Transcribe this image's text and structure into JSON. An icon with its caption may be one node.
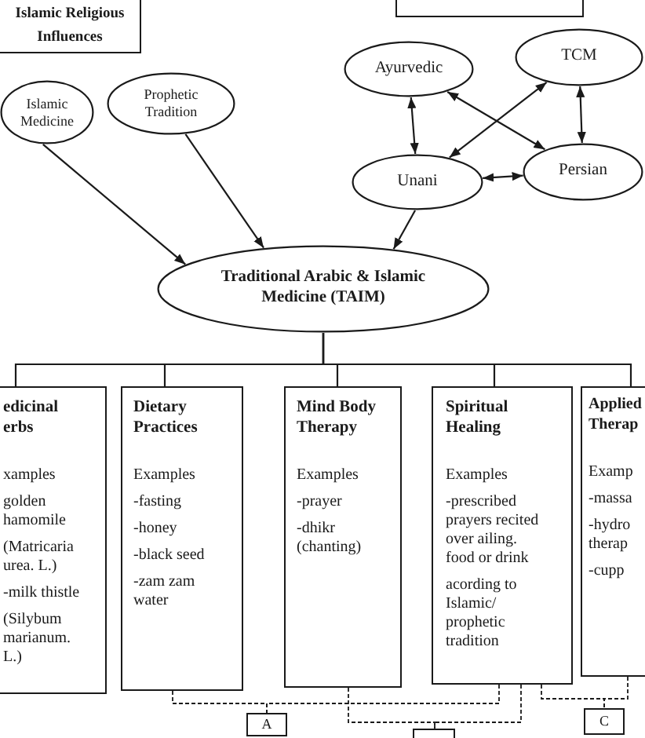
{
  "diagram": {
    "nodes": [
      {
        "text": [
          "Islamic Religious Influences"
        ]
      },
      {
        "text": [],
        "shape": "box"
      },
      {
        "text": [
          "Islamic Medicine"
        ]
      },
      {
        "text": [
          "Prophetic Tradition"
        ]
      },
      {
        "text": [
          "Ayurvedic"
        ]
      },
      {
        "text": [
          "TCM"
        ]
      },
      {
        "text": [
          "Unani"
        ]
      },
      {
        "text": [
          "Persian"
        ]
      },
      {
        "text": [
          "Traditional Arabic & Islamic Medicine (TAIM)"
        ]
      },
      {
        "text": [
          "edicinal erbs",
          "xamples",
          "golden hamomile",
          "(Matricaria urea. L.)",
          "-milk thistle",
          "(Silybum marianum. L.)"
        ]
      },
      {
        "text": [
          "Dietary Practices",
          "Examples",
          "-fasting",
          "-honey",
          "-black seed",
          "-zam zam water"
        ]
      },
      {
        "text": [
          "Mind Body Therapy",
          "Examples",
          "-prayer",
          "-dhikr (chanting)"
        ]
      },
      {
        "text": [
          "Spiritual Healing",
          "Examples",
          "-prescribed prayers recited over ailing. food or drink",
          "acording to Islamic/ prophetic tradition"
        ]
      },
      {
        "text": [
          "Applied Therap",
          "Examp",
          "-massa",
          "-hydro therap",
          "-cupp"
        ]
      },
      {
        "text": [
          "A"
        ]
      },
      {
        "text": [],
        "shape": "box"
      },
      {
        "text": [
          "C"
        ]
      }
    ],
    "edges": [
      {
        "from": 2,
        "to": 8,
        "arrow": "to"
      },
      {
        "from": 3,
        "to": 8,
        "arrow": "to"
      },
      {
        "from": 4,
        "to": 6,
        "arrow": "both"
      },
      {
        "from": 4,
        "to": 7,
        "arrow": "both"
      },
      {
        "from": 5,
        "to": 6,
        "arrow": "both"
      },
      {
        "from": 5,
        "to": 7,
        "arrow": "both"
      },
      {
        "from": 6,
        "to": 7,
        "arrow": "both"
      },
      {
        "from": 6,
        "to": 8,
        "arrow": "to"
      },
      {
        "from": 8,
        "to": 9,
        "arrow": "none"
      },
      {
        "from": 8,
        "to": 10,
        "arrow": "none"
      },
      {
        "from": 8,
        "to": 11,
        "arrow": "none"
      },
      {
        "from": 8,
        "to": 12,
        "arrow": "none"
      },
      {
        "from": 8,
        "to": 13,
        "arrow": "none"
      },
      {
        "from": 10,
        "to": 14,
        "arrow": "none",
        "style": "dashed"
      },
      {
        "from": 12,
        "to": 14,
        "arrow": "none",
        "style": "dashed"
      },
      {
        "from": 11,
        "to": 15,
        "arrow": "none",
        "style": "dashed"
      },
      {
        "from": 12,
        "to": 15,
        "arrow": "none",
        "style": "dashed"
      },
      {
        "from": 12,
        "to": 16,
        "arrow": "none",
        "style": "dashed"
      },
      {
        "from": 13,
        "to": 16,
        "arrow": "none",
        "style": "dashed"
      }
    ]
  }
}
